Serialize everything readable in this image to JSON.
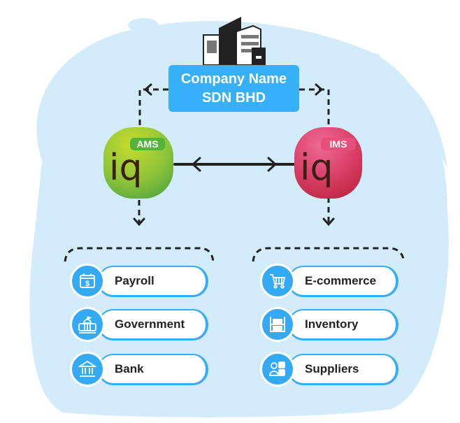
{
  "company": {
    "line1": "Company Name",
    "line2": "SDN BHD"
  },
  "nodes": {
    "ams": {
      "badge": "AMS",
      "logo": "iq"
    },
    "ims": {
      "badge": "IMS",
      "logo": "iq"
    }
  },
  "left_items": [
    {
      "label": "Payroll",
      "icon": "calendar-dollar-icon"
    },
    {
      "label": "Government",
      "icon": "government-building-icon"
    },
    {
      "label": "Bank",
      "icon": "bank-icon"
    }
  ],
  "right_items": [
    {
      "label": "E-commerce",
      "icon": "shopping-cart-icon"
    },
    {
      "label": "Inventory",
      "icon": "shelves-icon"
    },
    {
      "label": "Suppliers",
      "icon": "supplier-user-icon"
    }
  ],
  "colors": {
    "accent": "#36b0f8",
    "background_blob": "#d3ecfb",
    "ams": "#8cc33a",
    "ims": "#d63b62"
  }
}
